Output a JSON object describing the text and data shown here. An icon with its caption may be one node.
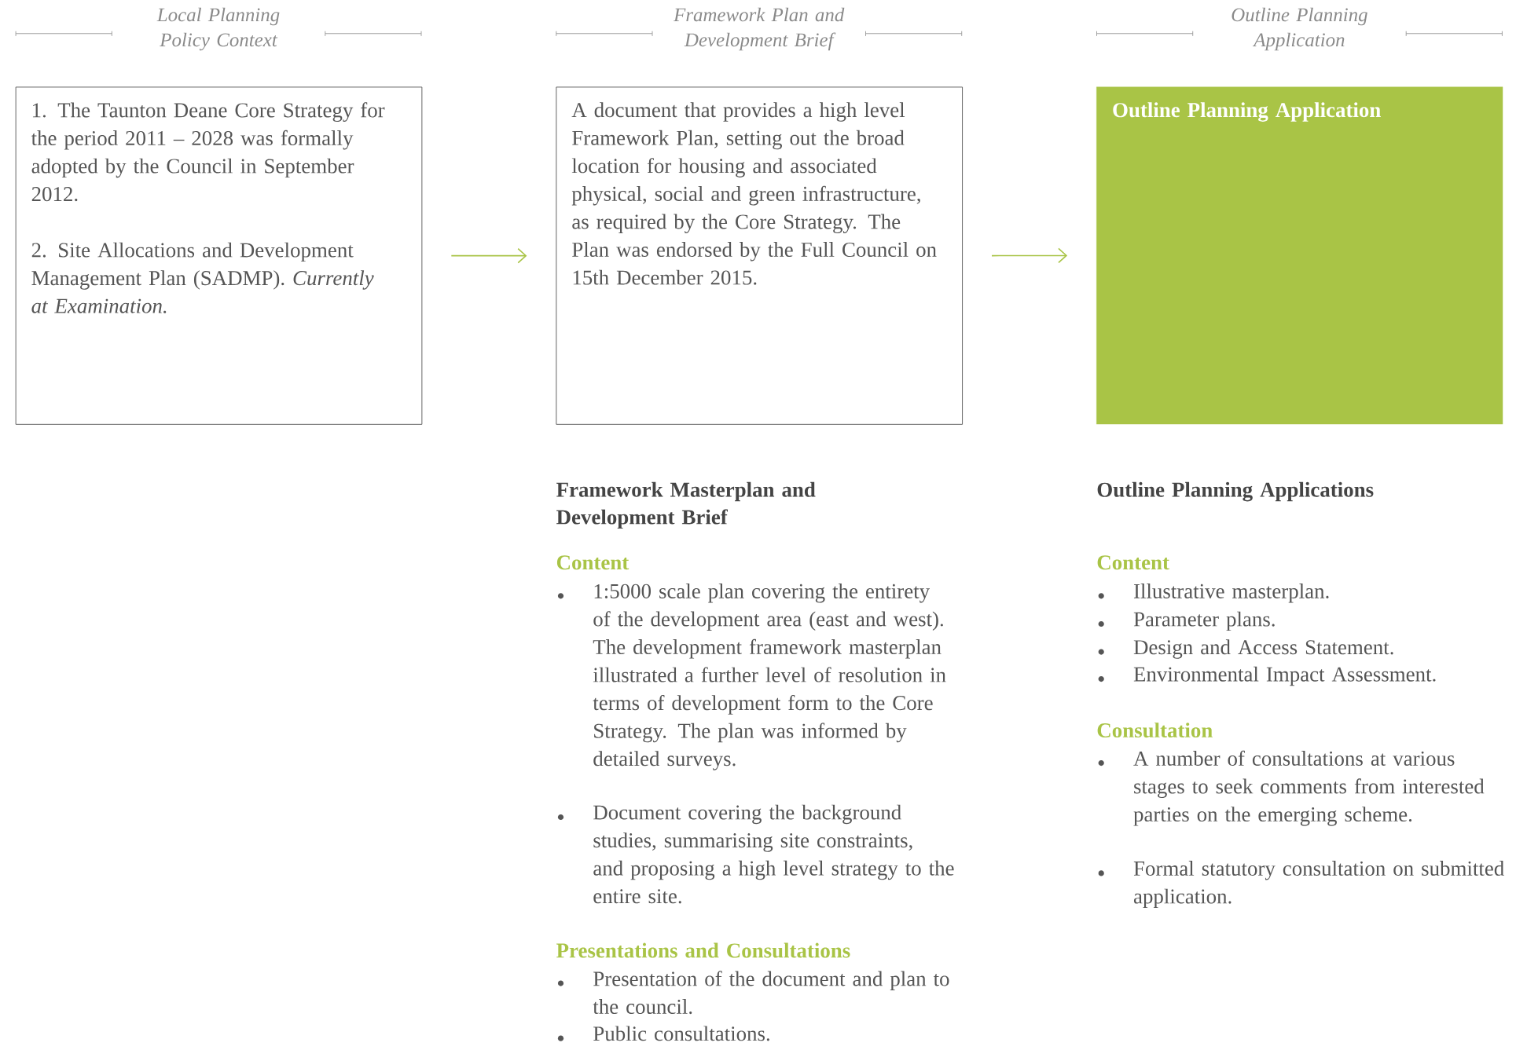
{
  "diagram": {
    "nodes": [
      {
        "text": [
          "Local Planning Policy Context",
          "1. The Taunton Deane Core Strategy for the period 2011 – 2028 was formally adopted by the Council in September 2012.",
          "2. Site Allocations and Development Management Plan (SADMP). *Currently at Examination.*"
        ]
      },
      {
        "text": [
          "Framework Plan and Development Brief",
          "A document that provides a high level Framework Plan, setting out the broad location for housing and associated physical, social and green infrastructure, as required by the Core Strategy. The Plan was endorsed by the Full Council on 15th December 2015."
        ]
      },
      {
        "text": [
          "Outline Planning Application",
          "Outline Planning Application"
        ]
      }
    ],
    "edges": [
      {
        "from": 0,
        "to": 1,
        "arrow": "to"
      },
      {
        "from": 1,
        "to": 2,
        "arrow": "to"
      }
    ],
    "labels": [
      "Framework Masterplan and Development Brief",
      "Content",
      "1:5000 scale plan covering the entirety of the development area (east and west). The development framework masterplan illustrated a further level of resolution in terms of development form to the Core Strategy. The plan was informed by detailed surveys.",
      "Document covering the background studies, summarising site constraints, and proposing a high level strategy to the entire site.",
      "Presentations and Consultations",
      "Presentation of the document and plan to the council.",
      "Public consultations.",
      "Outline Planning Applications",
      "Content",
      "Illustrative masterplan.",
      "Parameter plans.",
      "Design and Access Statement.",
      "Environmental Impact Assessment.",
      "Consultation",
      "A number of consultations at various stages to seek comments from interested parties on the emerging scheme.",
      "Formal statutory consultation on submitted application."
    ]
  }
}
